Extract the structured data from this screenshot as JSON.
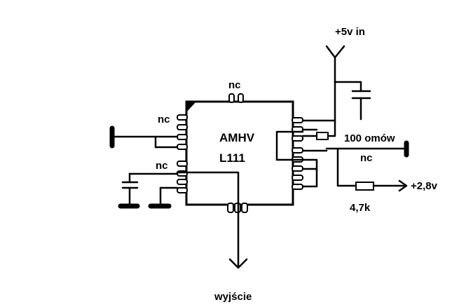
{
  "diagram": {
    "chip": {
      "line1": "AMHV",
      "line2": "L111"
    },
    "labels": {
      "supply": "+5v in",
      "nc_top": "nc",
      "nc_left_upper": "nc",
      "nc_left_lower": "nc",
      "nc_right": "nc",
      "resistor_100": "100 omów",
      "supply_28": "+2,8v",
      "resistor_47k": "4,7k",
      "output": "wyjście"
    }
  }
}
